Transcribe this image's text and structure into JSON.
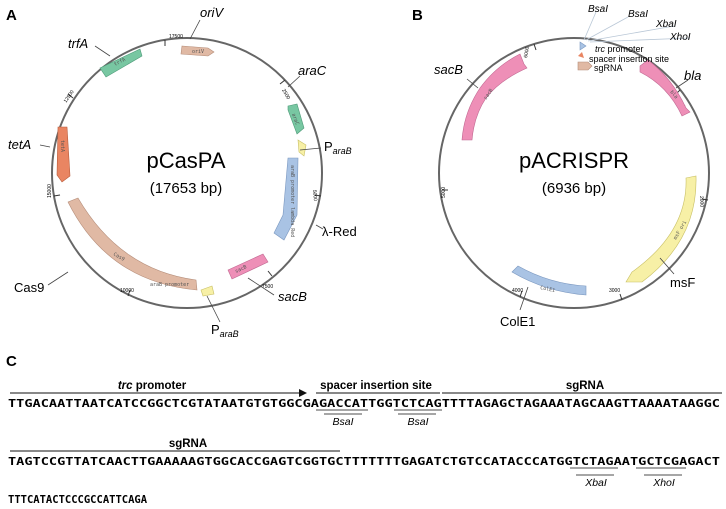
{
  "panels": {
    "a": {
      "letter": "A",
      "name": "pCasPA",
      "size": "(17653 bp)",
      "labels": {
        "oriV": "oriV",
        "trfA": "trfA",
        "araC": "araC",
        "tetA": "tetA",
        "pAraB1_main": "P",
        "pAraB1_sub": "araB",
        "lambda_red": "λ-Red",
        "sacB": "sacB",
        "cas9": "Cas9",
        "pAraB2_main": "P",
        "pAraB2_sub": "araB"
      },
      "ticks": [
        "17500",
        "2500",
        "5000",
        "7500",
        "10000",
        "12500",
        "15000"
      ],
      "feature_texts": {
        "oriv": "oriV",
        "trfa": "trfA",
        "arac": "araC",
        "tet": "tetA",
        "red": "araB promoter  lambda Red",
        "sacb": "sacB",
        "cas9": "Cas9",
        "arab": "araB promoter"
      },
      "colors": {
        "orange_salmon": "#e98562",
        "tan": "#e0b9a4",
        "green": "#78c7a2",
        "blue": "#a9c3e4",
        "pink": "#ee8fb7",
        "yellow": "#f7f0a6"
      }
    },
    "b": {
      "letter": "B",
      "name": "pACRISPR",
      "size": "(6936 bp)",
      "labels": {
        "sacB": "sacB",
        "bla": "bla",
        "msF": "msF",
        "colE1": "ColE1",
        "bsaI_1": "BsaI",
        "bsaI_2": "BsaI",
        "xbaI": "XbaI",
        "xhoI": "XhoI"
      },
      "legend": {
        "trc_italic": "trc",
        "trc_rest": " promoter",
        "spacer": "spacer insertion site",
        "sgrna": "sgRNA"
      },
      "ticks": [
        "6000",
        "1000",
        "2000",
        "3000",
        "4000",
        "5000"
      ],
      "feature_texts": {
        "sacb": "sacB",
        "bla": "bla",
        "msf": "msF ori",
        "cole1": "ColE1"
      }
    },
    "c": {
      "letter": "C",
      "headers": {
        "trc_italic": "trc",
        "trc_rest": " promoter",
        "spacer": "spacer insertion site",
        "sgrna1": "sgRNA",
        "sgrna2": "sgRNA"
      },
      "seq_line1": "TTGACAATTAATCATCCGGCTCGTATAATGTGTGGCGAGACCATTGGTCTCAGTTTTAGAGCTAGAAATAGCAAGTTAAAATAAGGC",
      "seq_line2": "TAGTCCGTTATCAACTTGAAAAAGTGGCACCGAGTCGGTGCTTTTTTTGAGATCTGTCCATACCCATGGTCTAGAATGCTCGAGACT",
      "seq_line3": "TTTCATACTCCCGCCATTCAGA",
      "enzymes": {
        "bsa1": "BsaI",
        "bsa2": "BsaI",
        "xba": "XbaI",
        "xho": "XhoI"
      }
    }
  }
}
